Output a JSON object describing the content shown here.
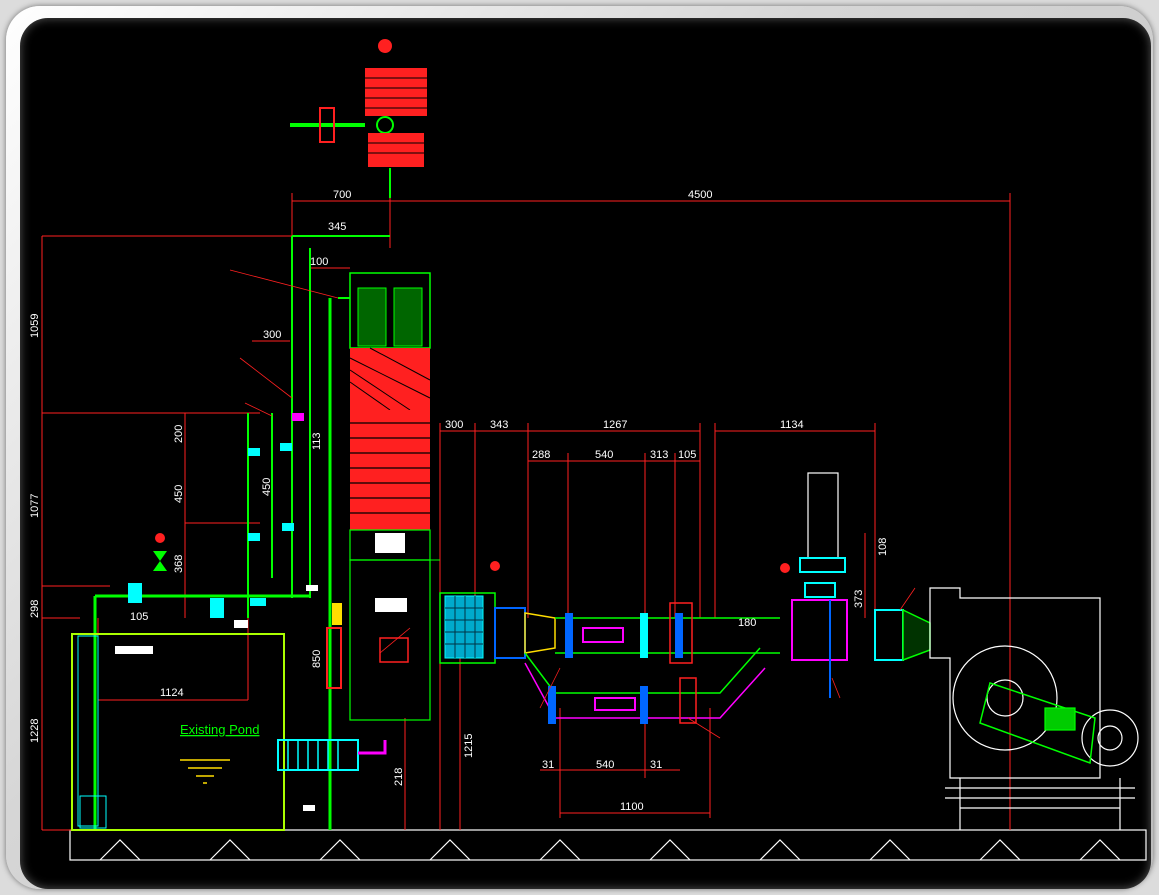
{
  "drawing": {
    "dimensions": {
      "top_left_width": "700",
      "overall_width": "4500",
      "top_pipe": "345",
      "offset_100": "100",
      "offset_300": "300",
      "height_1059": "1059",
      "height_1077": "1077",
      "height_298": "298",
      "height_1228": "1228",
      "span_200": "200",
      "span_450": "450",
      "span_450b": "450",
      "span_368": "368",
      "span_113": "113",
      "span_105": "105",
      "span_1124": "1124",
      "span_850": "850",
      "span_1215": "1215",
      "span_218": "218",
      "d_300": "300",
      "d_343": "343",
      "d_1267": "1267",
      "d_288": "288",
      "d_540": "540",
      "d_313": "313",
      "d_105": "105",
      "d_1134": "1134",
      "d_180": "180",
      "d_373": "373",
      "d_108": "108",
      "d_31a": "31",
      "d_540b": "540",
      "d_31b": "31",
      "d_1100": "1100"
    },
    "labels": {
      "existing_pond": "Existing Pond"
    }
  }
}
